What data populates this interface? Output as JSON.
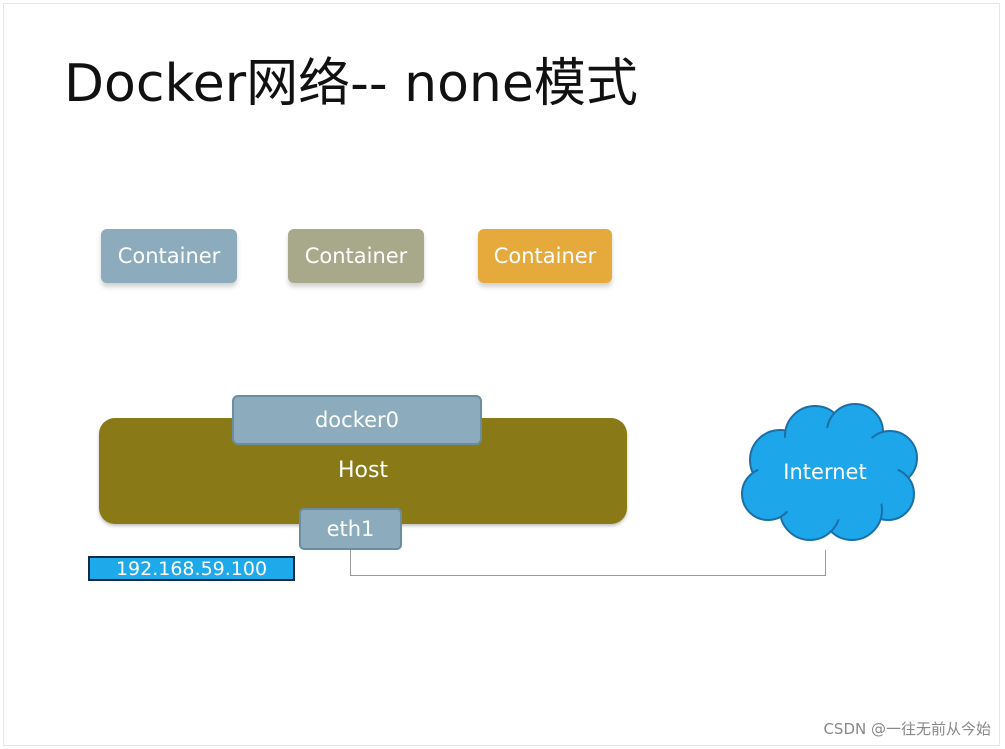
{
  "title": "Docker网络-- none模式",
  "containers": [
    {
      "label": "Container",
      "color": "#8cabbd"
    },
    {
      "label": "Container",
      "color": "#a8a98b"
    },
    {
      "label": "Container",
      "color": "#e6a93c"
    }
  ],
  "host": {
    "label": "Host",
    "color": "#8a7a17"
  },
  "docker0": {
    "label": "docker0"
  },
  "eth1": {
    "label": "eth1"
  },
  "ip_address": "192.168.59.100",
  "internet": {
    "label": "Internet",
    "color": "#1da6ea"
  },
  "watermark": "CSDN @一往无前从今始"
}
